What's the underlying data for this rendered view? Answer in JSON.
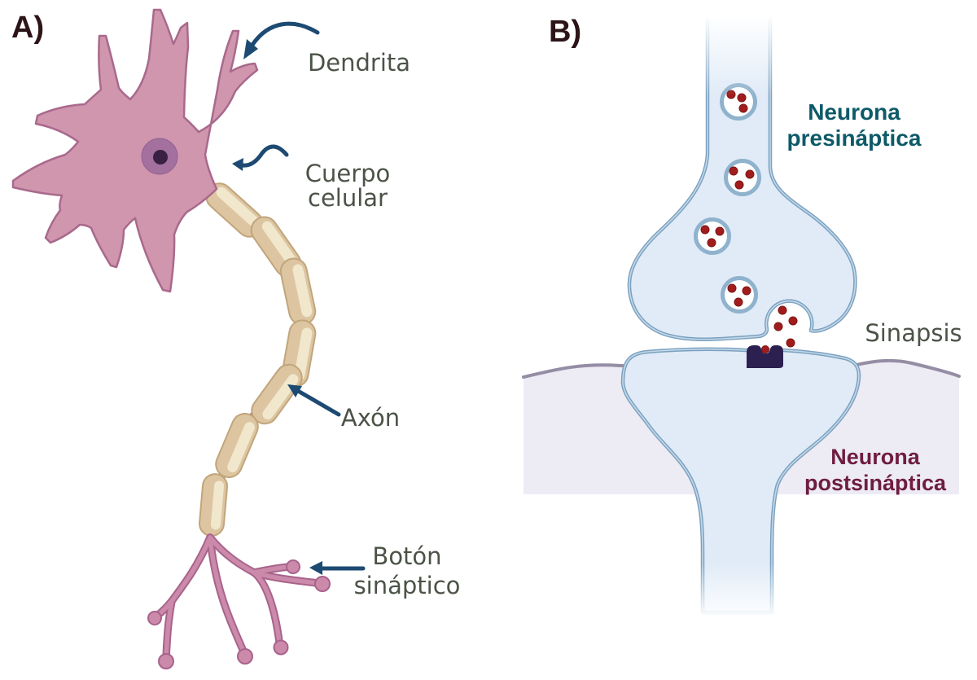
{
  "figure": {
    "description": "Two-panel neuroscience diagram: neuron anatomy and synapse"
  },
  "panel_a": {
    "letter": "A)",
    "labels": {
      "dendrite": "Dendrita",
      "cell_body_line1": "Cuerpo",
      "cell_body_line2": "celular",
      "axon": "Axón",
      "bouton_line1": "Botón",
      "bouton_line2": "sináptico"
    }
  },
  "panel_b": {
    "letter": "B)",
    "labels": {
      "presynaptic_line1": "Neurona",
      "presynaptic_line2": "presináptica",
      "synapse": "Sinapsis",
      "postsynaptic_line1": "Neurona",
      "postsynaptic_line2": "postsináptica"
    }
  },
  "colors": {
    "arrow": "#1d4a72",
    "label": "#4b5347",
    "teal": "#0d5a68",
    "maroon": "#6e1d41",
    "letter": "#2d1418",
    "pink": "#cf96ae",
    "pink_outline": "#a9698c",
    "nucleus": "#a4719f",
    "nucleolus": "#3a2143",
    "axon_outer": "#a8638b",
    "axon_inner": "#cc8aab",
    "myelin": "#dcc5a0",
    "myelin_edge": "#c1a57b",
    "myelin_hi": "#f3ead1",
    "cell_fill": "#e0ebf7",
    "cell_stroke": "#7ba1c0",
    "cell_stroke_inner": "#c3d8e8",
    "vesicle_ring": "#8fb2cd",
    "nt_red": "#a11d1d",
    "receptor": "#2c2050",
    "membrane": "#948da4",
    "tissue": "#edebf4"
  }
}
